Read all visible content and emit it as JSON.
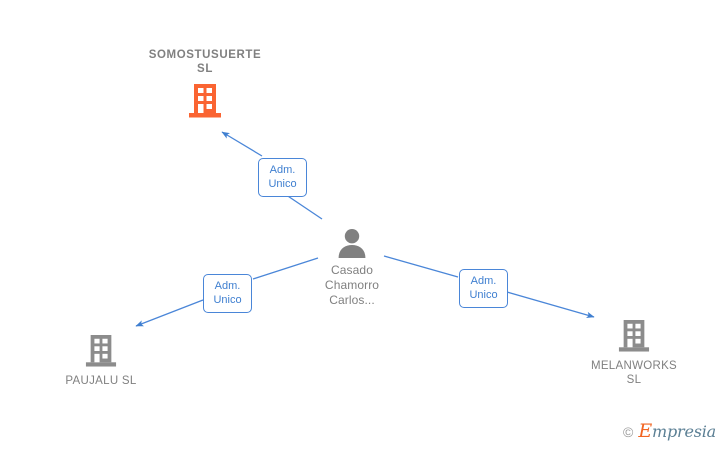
{
  "diagram": {
    "type": "organization-relationship-graph",
    "background": "#ffffff",
    "colors": {
      "company_highlight": "#fa6432",
      "company_default": "#8c8c8c",
      "person": "#808080",
      "edge": "#4a86d8",
      "label_text": "#808080",
      "relation_text": "#3f7fd0"
    },
    "nodes": [
      {
        "id": "somostusuerte",
        "label": "SOMOSTUSUERTE\nSL",
        "icon": "company-building-icon",
        "kind": "company",
        "highlighted": true,
        "label_position": "above"
      },
      {
        "id": "casado-chamorro",
        "label": "Casado\nChamorro\nCarlos...",
        "icon": "person-icon",
        "kind": "person",
        "highlighted": false,
        "label_position": "below"
      },
      {
        "id": "paujalu",
        "label": "PAUJALU  SL",
        "icon": "company-building-icon",
        "kind": "company",
        "highlighted": false,
        "label_position": "below"
      },
      {
        "id": "melanworks",
        "label": "MELANWORKS\nSL",
        "icon": "company-building-icon",
        "kind": "company",
        "highlighted": false,
        "label_position": "below"
      }
    ],
    "edges": [
      {
        "from": "casado-chamorro",
        "to": "somostusuerte",
        "label": "Adm.\nUnico"
      },
      {
        "from": "casado-chamorro",
        "to": "paujalu",
        "label": "Adm.\nUnico"
      },
      {
        "from": "casado-chamorro",
        "to": "melanworks",
        "label": "Adm.\nUnico"
      }
    ]
  },
  "watermark": {
    "copyright": "©",
    "brand_initial": "E",
    "brand_rest": "mpresia"
  }
}
